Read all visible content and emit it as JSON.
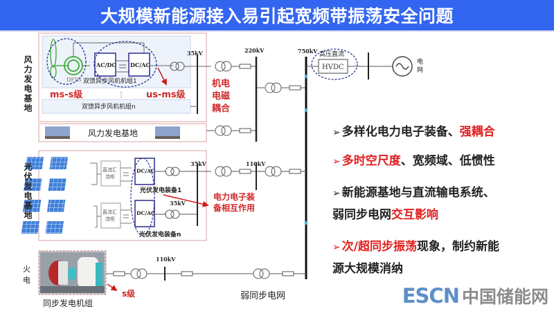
{
  "title": "大规模新能源接入易引起宽频带振荡安全问题",
  "sections": {
    "wind": {
      "side_label": "风力发电基地",
      "unit1_label": "双馈异步风机机组1",
      "unitn_label": "双馈异步风机机组n",
      "dfig_label": "DFIG",
      "acdc_label": "AC/DC",
      "dcac_label": "DC/AC",
      "ms_s_label": "ms-s级",
      "us_ms_label": "us-ms级",
      "base_box_label": "风力发电基地",
      "coupling_label_1": "机电",
      "coupling_label_2": "电磁",
      "coupling_label_3": "耦合"
    },
    "pv": {
      "side_label": "光伏发电基地",
      "combiner_label_1": "直流汇",
      "combiner_label_2": "流柜",
      "dcac_label": "DC/AC",
      "unit1_label": "光伏发电装备1",
      "unitn_label": "光伏发电装备n",
      "interaction_label_1": "电力电子装",
      "interaction_label_2": "备相互作用"
    },
    "thermal": {
      "side_label_1": "火",
      "side_label_2": "电",
      "generator_label": "同步发电机组",
      "s_label": "s级"
    },
    "grid": {
      "v35_a": "35kV",
      "v35_b": "35kV",
      "v35_c": "35kV",
      "v220": "220kV",
      "v750": "750kV",
      "v110_pv": "110kV",
      "v110_thermal": "110kV",
      "hvdc_top_label": "高压直流",
      "hvdc_label": "HVDC",
      "grid_label_1": "电",
      "grid_label_2": "网",
      "weak_grid_label": "弱同步电网"
    }
  },
  "bullets": [
    {
      "parts": [
        {
          "text": "多样化电力电子装备、",
          "red": false
        },
        {
          "text": "强耦合",
          "red": true
        }
      ],
      "arrow_red": false
    },
    {
      "parts": [
        {
          "text": "多时空尺度",
          "red": true
        },
        {
          "text": "、宽频域、低惯性",
          "red": false
        }
      ],
      "arrow_red": true
    },
    {
      "parts": [
        {
          "text": "新能源基地与直流输电系统、",
          "red": false
        }
      ],
      "arrow_red": false
    },
    {
      "parts": [
        {
          "text": "弱同步电网",
          "red": false
        },
        {
          "text": "交互影响",
          "red": true
        }
      ],
      "arrow_red": null
    },
    {
      "parts": [
        {
          "text": "次/超同步振荡",
          "red": true
        },
        {
          "text": "现象，制约新能",
          "red": false
        }
      ],
      "arrow_red": true
    },
    {
      "parts": [
        {
          "text": "源大规模消纳",
          "red": false
        }
      ],
      "arrow_red": null
    }
  ],
  "bullet_arrow": "➢",
  "watermark": {
    "latin": "ESCN",
    "chinese": "中国储能网"
  },
  "colors": {
    "title_bg": "#3366f0",
    "accent_red": "#e02020",
    "ellipse_blue": "#1f2f8a",
    "box_border": "#d9a0a0",
    "panel_fill": "#eef3fb"
  }
}
